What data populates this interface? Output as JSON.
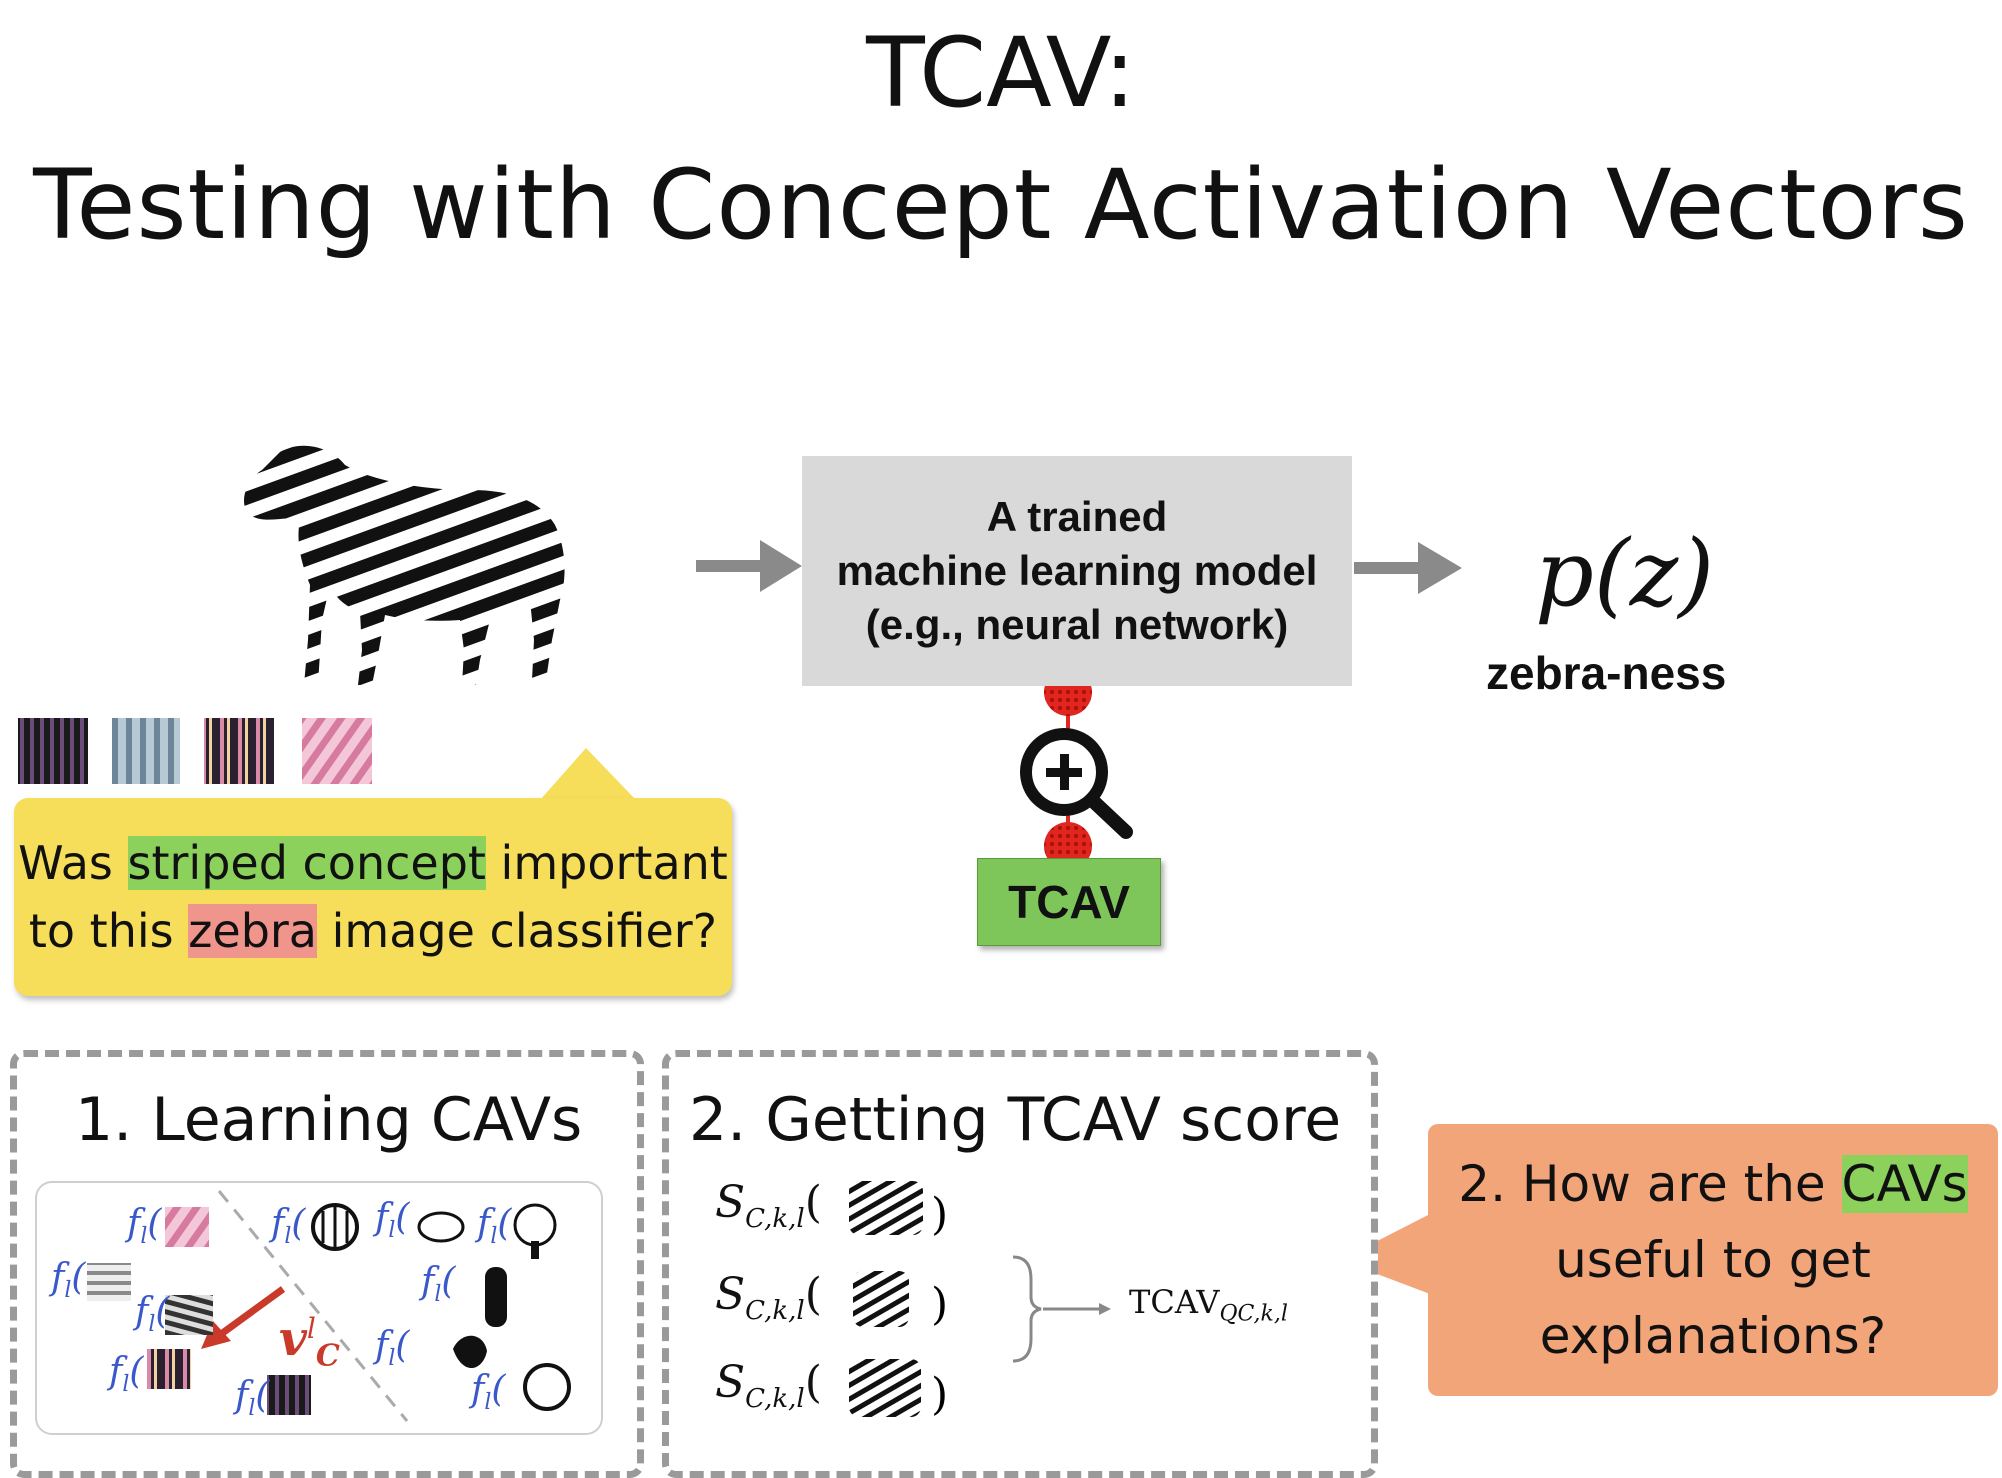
{
  "title": {
    "line1": "TCAV:",
    "line2": "Testing with Concept  Activation Vectors"
  },
  "model_box": {
    "line1": "A trained",
    "line2": "machine learning model",
    "line3": "(e.g., neural network)"
  },
  "output": {
    "formula": "p(z)",
    "label": "zebra-ness"
  },
  "tcav_button": {
    "label": "TCAV"
  },
  "question_callout": {
    "part1": "Was ",
    "highlight_concept": "striped concept",
    "part2": " important",
    "part3": "to this ",
    "highlight_class": "zebra",
    "part4": " image classifier?"
  },
  "panel_learning": {
    "title": "1. Learning CAVs",
    "f_label": "f",
    "f_sub": "l",
    "vector_label": "v",
    "vector_sub": "C",
    "vector_sup": "l"
  },
  "panel_score": {
    "title": "2. Getting TCAV score",
    "s_label": "S",
    "s_sub": "C,k,l",
    "result_label": "TCAV",
    "result_sub": "QC,k,l"
  },
  "explain_callout": {
    "part1": "2. How are the ",
    "highlight": "CAVs",
    "part2": "useful to get",
    "part3": "explanations?"
  },
  "colors": {
    "model_box": "#d9d9d9",
    "tcav_green": "#7fc65a",
    "callout_yellow": "#f6de5a",
    "callout_orange": "#f3a57a",
    "highlight_green": "#8bd15c",
    "highlight_red": "#f0958c",
    "arrow_gray": "#8a8a8a",
    "vector_red": "#c93a2a",
    "probe_red": "#e0261e"
  }
}
